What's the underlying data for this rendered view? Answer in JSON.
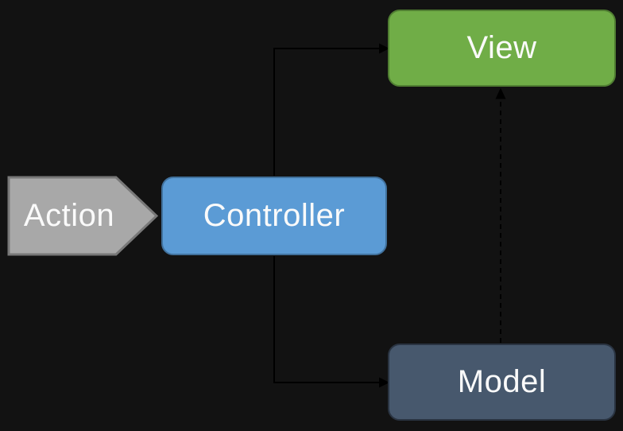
{
  "diagram": {
    "background": "#121212",
    "text_color": "#fafafa",
    "nodes": {
      "action": {
        "label": "Action",
        "shape": "pentagon-arrow",
        "fill": "#a8a8a8",
        "border": "#787878"
      },
      "controller": {
        "label": "Controller",
        "shape": "rounded-rectangle",
        "fill": "#5b9bd5",
        "border": "#41719c"
      },
      "view": {
        "label": "View",
        "shape": "rounded-rectangle",
        "fill": "#70ad47",
        "border": "#507e32"
      },
      "model": {
        "label": "Model",
        "shape": "rounded-rectangle",
        "fill": "#47586d",
        "border": "#2a3442"
      }
    },
    "connectors": [
      {
        "id": "controller-to-view",
        "from": "controller",
        "to": "view",
        "line_style": "solid",
        "color": "#000000"
      },
      {
        "id": "controller-to-model",
        "from": "controller",
        "to": "model",
        "line_style": "solid",
        "color": "#000000"
      },
      {
        "id": "model-to-view",
        "from": "model",
        "to": "view",
        "line_style": "dashed",
        "color": "#000000"
      }
    ]
  }
}
